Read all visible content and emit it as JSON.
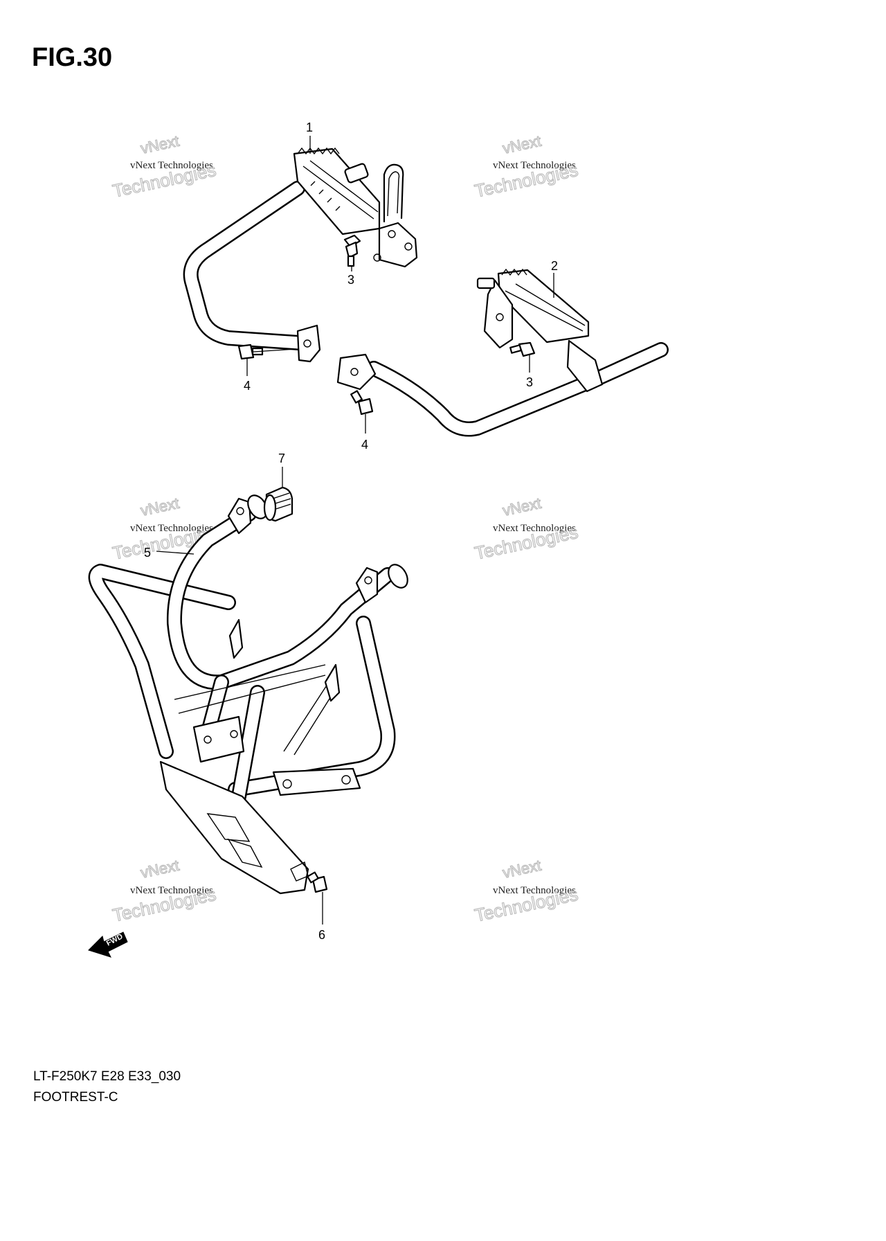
{
  "figure": {
    "title": "FIG.30",
    "code": "LT-F250K7 E28 E33_030",
    "name": "FOOTREST-C"
  },
  "callouts": [
    "1",
    "2",
    "3",
    "3",
    "4",
    "4",
    "5",
    "6",
    "7"
  ],
  "watermark": {
    "line_small": "vNext Technologies",
    "line_big": "Technologies",
    "line_top": "vNext"
  },
  "direction_marker": {
    "label": "FWD",
    "icon": "forward-arrow-icon"
  }
}
